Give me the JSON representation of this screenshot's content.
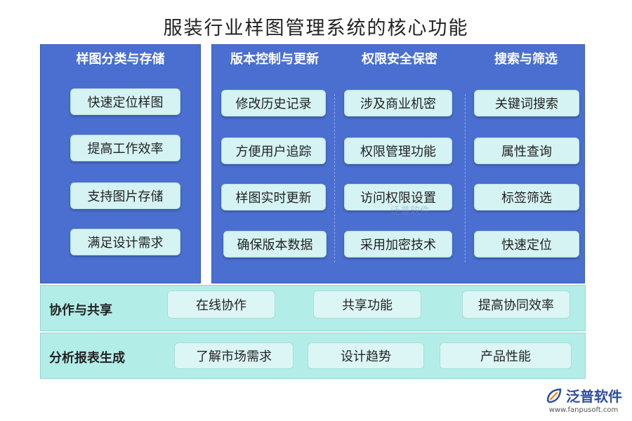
{
  "title": "服装行业样图管理系统的核心功能",
  "colors": {
    "panel": "#4a6fd0",
    "box": "#d5f3f3",
    "band": "#b3ede8",
    "logo": "#2e4f9e"
  },
  "left_panel": {
    "header": "样图分类与存储",
    "items": [
      "快速定位样图",
      "提高工作效率",
      "支持图片存储",
      "满足设计需求"
    ]
  },
  "right_panel": {
    "columns": [
      {
        "header": "版本控制与更新",
        "items": [
          "修改历史记录",
          "方便用户追踪",
          "样图实时更新",
          "确保版本数据"
        ]
      },
      {
        "header": "权限安全保密",
        "items": [
          "涉及商业机密",
          "权限管理功能",
          "访问权限设置",
          "采用加密技术"
        ]
      },
      {
        "header": "搜索与筛选",
        "items": [
          "关键词搜索",
          "属性查询",
          "标签筛选",
          "快速定位"
        ]
      }
    ]
  },
  "bands": [
    {
      "label": "协作与共享",
      "items": [
        "在线协作",
        "共享功能",
        "提高协同效率"
      ]
    },
    {
      "label": "分析报表生成",
      "items": [
        "了解市场需求",
        "设计趋势",
        "产品性能"
      ]
    }
  ],
  "watermark": "泛普软件",
  "logo": {
    "icon": "leaf-logo-icon",
    "name": "泛普软件",
    "url": "www.fanpusoft.com"
  }
}
